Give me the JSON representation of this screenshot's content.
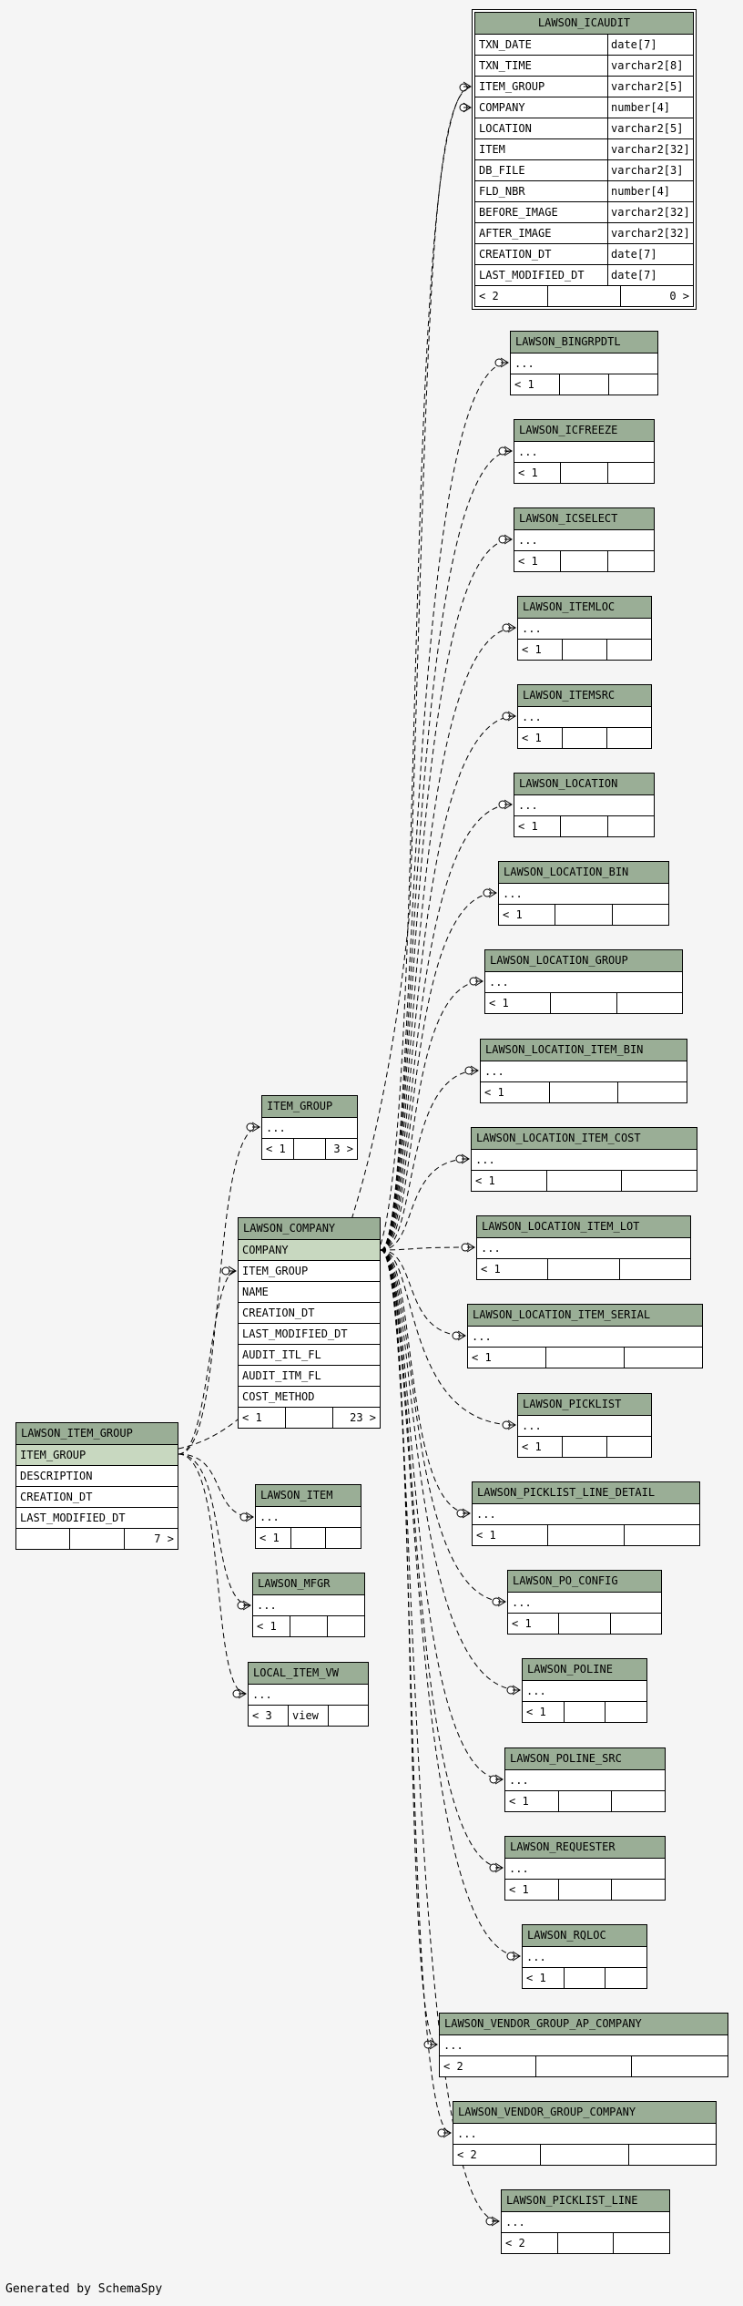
{
  "focus_table": {
    "name": "LAWSON_ICAUDIT",
    "columns": [
      {
        "name": "TXN_DATE",
        "type": "date[7]"
      },
      {
        "name": "TXN_TIME",
        "type": "varchar2[8]"
      },
      {
        "name": "ITEM_GROUP",
        "type": "varchar2[5]"
      },
      {
        "name": "COMPANY",
        "type": "number[4]"
      },
      {
        "name": "LOCATION",
        "type": "varchar2[5]"
      },
      {
        "name": "ITEM",
        "type": "varchar2[32]"
      },
      {
        "name": "DB_FILE",
        "type": "varchar2[3]"
      },
      {
        "name": "FLD_NBR",
        "type": "number[4]"
      },
      {
        "name": "BEFORE_IMAGE",
        "type": "varchar2[32]"
      },
      {
        "name": "AFTER_IMAGE",
        "type": "varchar2[32]"
      },
      {
        "name": "CREATION_DT",
        "type": "date[7]"
      },
      {
        "name": "LAST_MODIFIED_DT",
        "type": "date[7]"
      }
    ],
    "footer": [
      "< 2",
      "",
      "0 >"
    ]
  },
  "tables": [
    {
      "name": "LAWSON_BINGRPDTL",
      "rows": [
        "..."
      ],
      "footer": [
        "< 1",
        "",
        ""
      ]
    },
    {
      "name": "LAWSON_ICFREEZE",
      "rows": [
        "..."
      ],
      "footer": [
        "< 1",
        "",
        ""
      ]
    },
    {
      "name": "LAWSON_ICSELECT",
      "rows": [
        "..."
      ],
      "footer": [
        "< 1",
        "",
        ""
      ]
    },
    {
      "name": "LAWSON_ITEMLOC",
      "rows": [
        "..."
      ],
      "footer": [
        "< 1",
        "",
        ""
      ]
    },
    {
      "name": "LAWSON_ITEMSRC",
      "rows": [
        "..."
      ],
      "footer": [
        "< 1",
        "",
        ""
      ]
    },
    {
      "name": "LAWSON_LOCATION",
      "rows": [
        "..."
      ],
      "footer": [
        "< 1",
        "",
        ""
      ]
    },
    {
      "name": "LAWSON_LOCATION_BIN",
      "rows": [
        "..."
      ],
      "footer": [
        "< 1",
        "",
        ""
      ]
    },
    {
      "name": "LAWSON_LOCATION_GROUP",
      "rows": [
        "..."
      ],
      "footer": [
        "< 1",
        "",
        ""
      ]
    },
    {
      "name": "LAWSON_LOCATION_ITEM_BIN",
      "rows": [
        "..."
      ],
      "footer": [
        "< 1",
        "",
        ""
      ]
    },
    {
      "name": "LAWSON_LOCATION_ITEM_COST",
      "rows": [
        "..."
      ],
      "footer": [
        "< 1",
        "",
        ""
      ]
    },
    {
      "name": "LAWSON_LOCATION_ITEM_LOT",
      "rows": [
        "..."
      ],
      "footer": [
        "< 1",
        "",
        ""
      ]
    },
    {
      "name": "LAWSON_LOCATION_ITEM_SERIAL",
      "rows": [
        "..."
      ],
      "footer": [
        "< 1",
        "",
        ""
      ]
    },
    {
      "name": "LAWSON_PICKLIST",
      "rows": [
        "..."
      ],
      "footer": [
        "< 1",
        "",
        ""
      ]
    },
    {
      "name": "LAWSON_PICKLIST_LINE_DETAIL",
      "rows": [
        "..."
      ],
      "footer": [
        "< 1",
        "",
        ""
      ]
    },
    {
      "name": "LAWSON_PO_CONFIG",
      "rows": [
        "..."
      ],
      "footer": [
        "< 1",
        "",
        ""
      ]
    },
    {
      "name": "LAWSON_POLINE",
      "rows": [
        "..."
      ],
      "footer": [
        "< 1",
        "",
        ""
      ]
    },
    {
      "name": "LAWSON_POLINE_SRC",
      "rows": [
        "..."
      ],
      "footer": [
        "< 1",
        "",
        ""
      ]
    },
    {
      "name": "LAWSON_REQUESTER",
      "rows": [
        "..."
      ],
      "footer": [
        "< 1",
        "",
        ""
      ]
    },
    {
      "name": "LAWSON_RQLOC",
      "rows": [
        "..."
      ],
      "footer": [
        "< 1",
        "",
        ""
      ]
    },
    {
      "name": "LAWSON_VENDOR_GROUP_AP_COMPANY",
      "rows": [
        "..."
      ],
      "footer": [
        "< 2",
        "",
        ""
      ]
    },
    {
      "name": "LAWSON_VENDOR_GROUP_COMPANY",
      "rows": [
        "..."
      ],
      "footer": [
        "< 2",
        "",
        ""
      ]
    },
    {
      "name": "LAWSON_PICKLIST_LINE",
      "rows": [
        "..."
      ],
      "footer": [
        "< 2",
        "",
        ""
      ]
    },
    {
      "name": "ITEM_GROUP",
      "rows": [
        "..."
      ],
      "footer": [
        "< 1",
        "",
        "3 >"
      ]
    },
    {
      "name": "LAWSON_COMPANY",
      "rows": [
        "COMPANY",
        "ITEM_GROUP",
        "NAME",
        "CREATION_DT",
        "LAST_MODIFIED_DT",
        "AUDIT_ITL_FL",
        "AUDIT_ITM_FL",
        "COST_METHOD"
      ],
      "footer": [
        "< 1",
        "",
        "23 >"
      ]
    },
    {
      "name": "LAWSON_ITEM_GROUP",
      "rows": [
        "ITEM_GROUP",
        "DESCRIPTION",
        "CREATION_DT",
        "LAST_MODIFIED_DT"
      ],
      "footer": [
        "",
        "",
        "7 >"
      ]
    },
    {
      "name": "LAWSON_ITEM",
      "rows": [
        "..."
      ],
      "footer": [
        "< 1",
        "",
        ""
      ]
    },
    {
      "name": "LAWSON_MFGR",
      "rows": [
        "..."
      ],
      "footer": [
        "< 1",
        "",
        ""
      ]
    },
    {
      "name": "LOCAL_ITEM_VW",
      "rows": [
        "..."
      ],
      "footer": [
        "< 3",
        "view",
        ""
      ]
    }
  ],
  "footer_text": "Generated by SchemaSpy",
  "colors": {
    "header": "#9aae96",
    "selected_row": "#c8d8c0",
    "background": "#f5f5f5"
  }
}
